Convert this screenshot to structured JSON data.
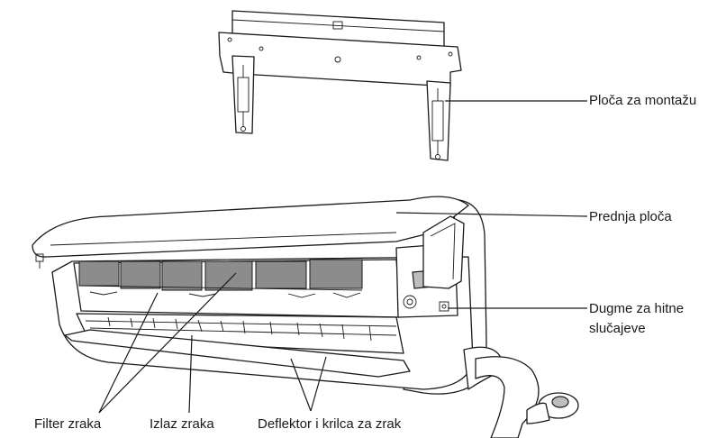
{
  "labels": {
    "mounting_plate": "Ploča za montažu",
    "front_panel": "Prednja ploča",
    "emergency_button_line1": "Dugme za hitne",
    "emergency_button_line2": "slučajeve",
    "air_filter": "Filter zraka",
    "air_outlet": "Izlaz zraka",
    "deflector": "Deflektor i krilca za zrak"
  },
  "colors": {
    "line": "#1a1a1a",
    "filter": "#8c8c8c",
    "background": "#ffffff"
  }
}
